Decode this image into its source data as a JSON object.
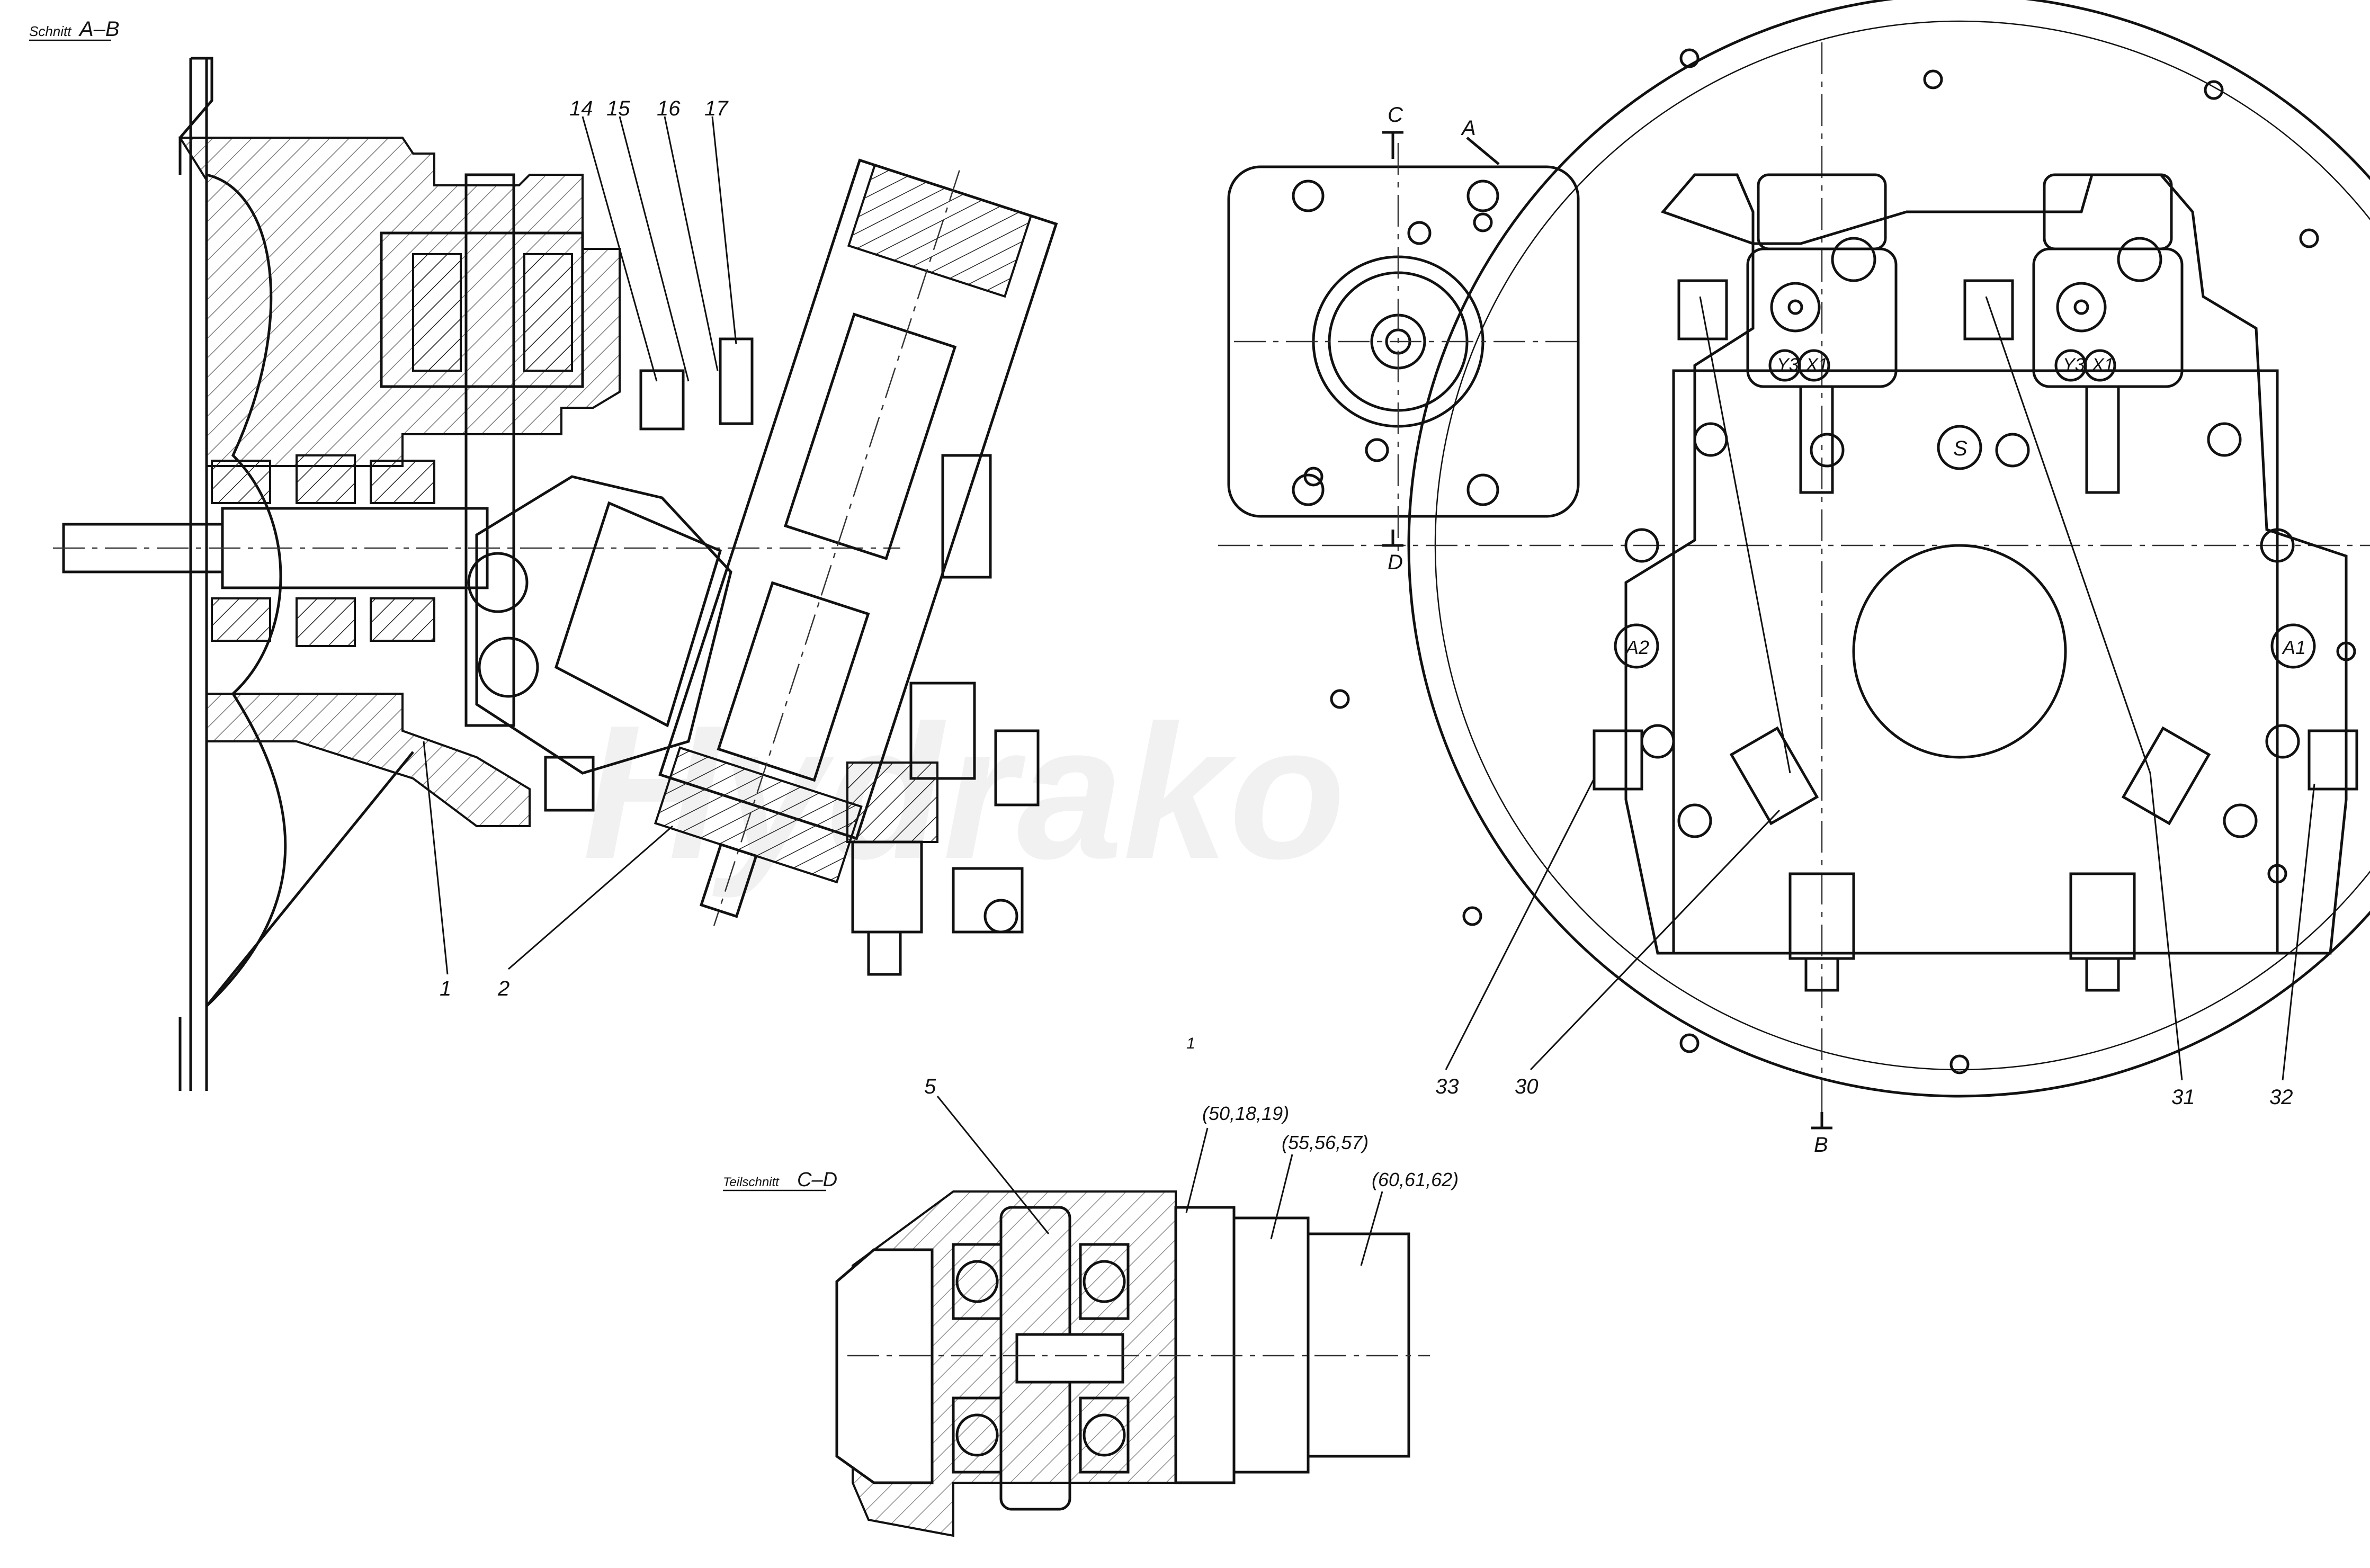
{
  "views": {
    "section_ab": {
      "title": "Schnitt",
      "label": "A–B"
    },
    "section_cd": {
      "title": "Teilschnitt",
      "label": "C–D"
    }
  },
  "cut_markers": {
    "a": "A",
    "b": "B",
    "c": "C",
    "d": "D"
  },
  "callouts": {
    "c1": "1",
    "c2": "2",
    "c5": "5",
    "c14": "14",
    "c15": "15",
    "c16": "16",
    "c17": "17",
    "c30": "30",
    "c31": "31",
    "c32": "32",
    "c33": "33",
    "g50": "(50,18,19)",
    "g55": "(55,56,57)",
    "g60": "(60,61,62)",
    "stray": "1"
  },
  "port_labels": {
    "y3_left": "Y3",
    "x1_left": "X1",
    "y3_right": "Y3",
    "x1_right": "X1",
    "s": "S",
    "a1": "A1",
    "a2": "A2"
  },
  "watermark": "Hydrako"
}
